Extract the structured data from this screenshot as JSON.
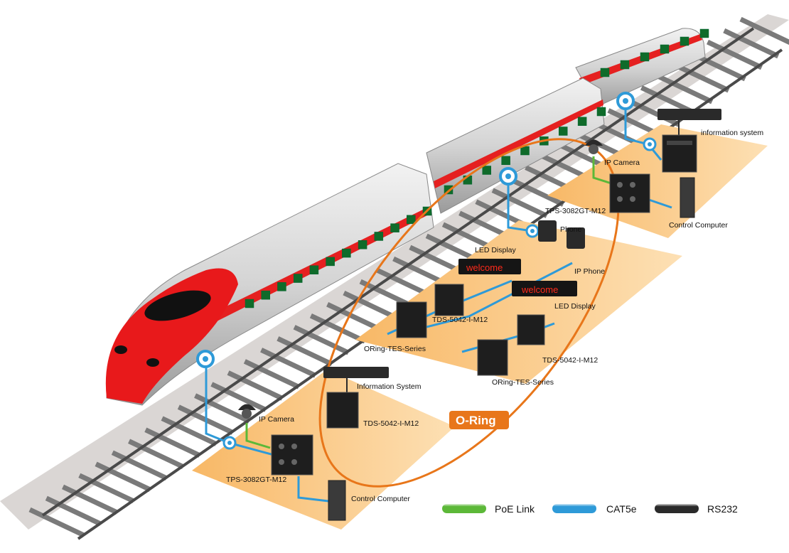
{
  "labels": {
    "ip_camera_top": "IP Camera",
    "info_system_top": "information system",
    "tps_top": "TPS-3082GT-M12",
    "control_computer_top": "Control Computer",
    "phone_upper": "Phone",
    "led_display_1": "LED Display",
    "ip_phone": "IP Phone",
    "led_display_2": "LED Display",
    "tds_mid_left": "TDS-5042-I-M12",
    "oring_tes_left": "ORing-TES-Series",
    "tds_mid_right": "TDS-5042-I-M12",
    "oring_tes_right": "ORing-TES-Series",
    "info_system_bottom": "Information System",
    "ip_camera_bottom": "IP Camera",
    "tds_bottom": "TDS-5042-I-M12",
    "tps_bottom": "TPS-3082GT-M12",
    "control_computer_bottom": "Control Computer"
  },
  "led_text": {
    "display_1": "welcome",
    "display_2": "welcome"
  },
  "ring": {
    "label": "O-Ring"
  },
  "legend": {
    "poe": "PoE Link",
    "cat5e": "CAT5e",
    "rs232": "RS232"
  },
  "colors": {
    "poe": "#5cb838",
    "cat5e": "#2e9ad8",
    "rs232": "#2a2a2a",
    "ring": "#e8761a",
    "platform": "#f8b866",
    "train_body": "#d9d9d9",
    "train_stripe": "#e52020",
    "train_nose": "#e8191b"
  },
  "icons": [
    "camera-icon",
    "phone-icon",
    "switch-icon",
    "computer-icon",
    "led-display-icon",
    "connection-node-icon"
  ]
}
